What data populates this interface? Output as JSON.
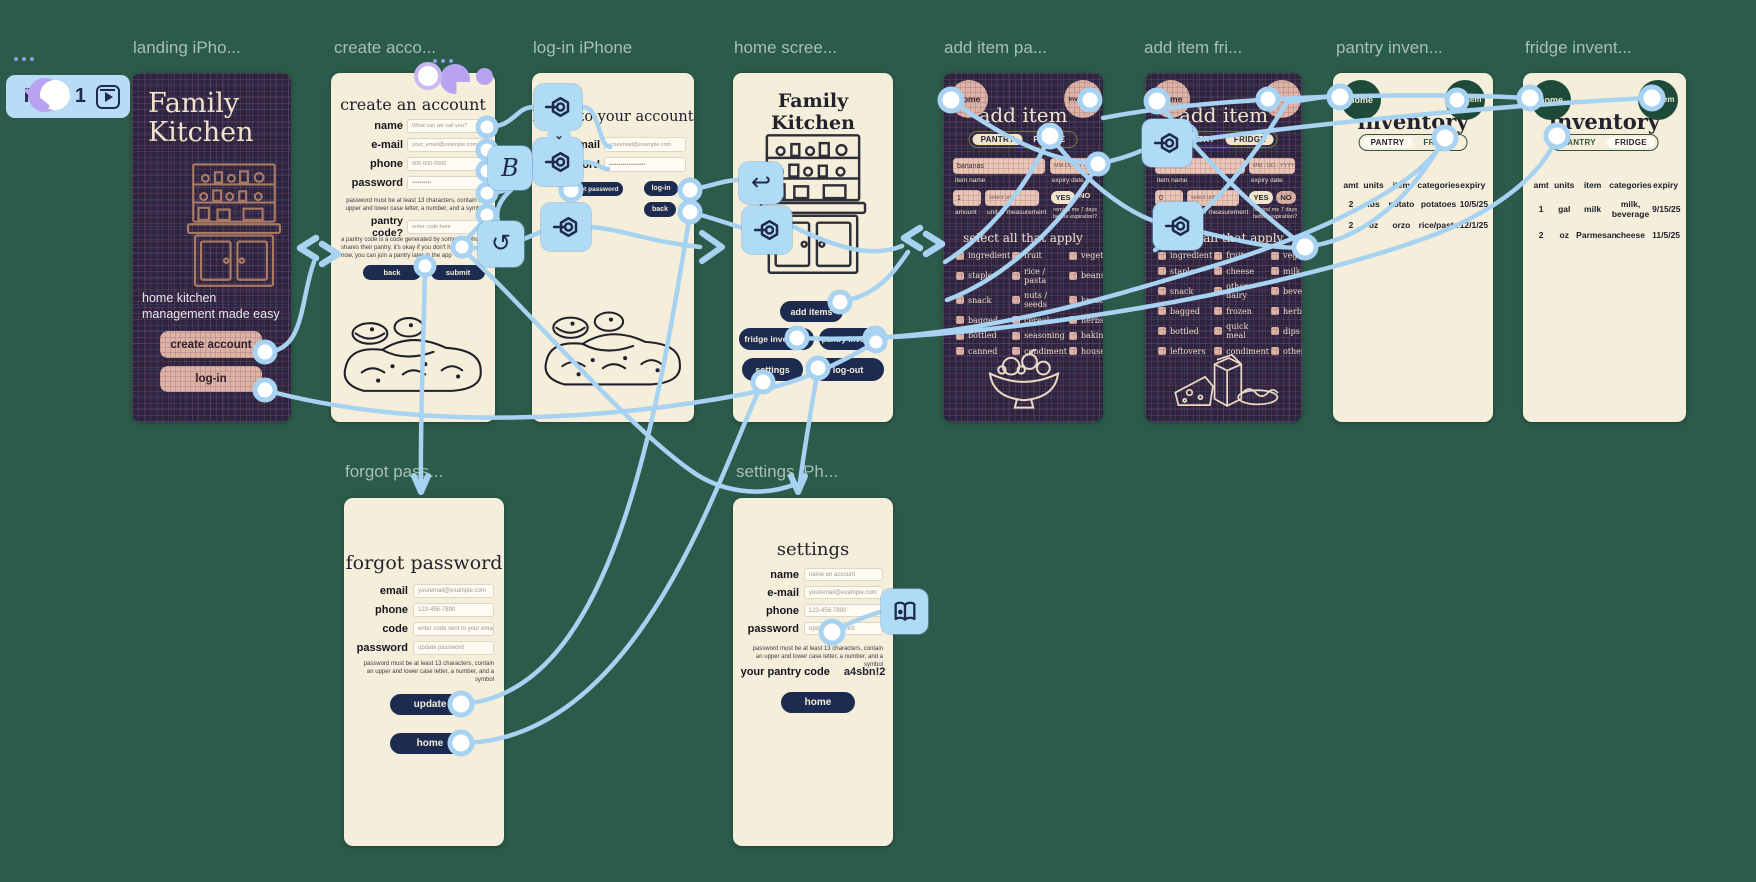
{
  "canvas": {
    "flow_name": "Flow 1"
  },
  "screens": {
    "landing": {
      "frame_label": "landing iPho...",
      "title": "Family Kitchen",
      "tagline": "home kitchen management made easy",
      "create_button": "create account",
      "login_button": "log-in"
    },
    "create_account": {
      "frame_label": "create acco...",
      "title": "create an account",
      "fields": [
        {
          "label": "name",
          "placeholder": "What can we call you?"
        },
        {
          "label": "e-mail",
          "placeholder": "your_email@example.com"
        },
        {
          "label": "phone",
          "placeholder": "000-000-0000"
        },
        {
          "label": "password",
          "placeholder": "••••••••••"
        }
      ],
      "password_note": "password must be at least 13 characters, contain an upper and lower case letter, a number, and a symbol",
      "pantry_field": {
        "label": "pantry code?",
        "placeholder": "enter code here"
      },
      "pantry_note": "a pantry code is a code generated by someone who shares their pantry. it's okay if you don't have this now, you can join a pantry later in the app",
      "back_button": "back",
      "submit_button": "submit"
    },
    "login": {
      "frame_label": "log-in iPhone",
      "title": "log-in to your account",
      "fields": [
        {
          "label": "e-mail",
          "placeholder": "youremail@example.com"
        },
        {
          "label": "password",
          "placeholder": "•••••••••••••••••••"
        }
      ],
      "forgot_button": "forgot password",
      "login_button": "log-in",
      "back_button": "back"
    },
    "home": {
      "frame_label": "home scree...",
      "title": "Family Kitchen",
      "add_items_button": "add items",
      "fridge_inventory_button": "fridge inventory",
      "pantry_inventory_button": "pantry inventory",
      "settings_button": "settings",
      "logout_button": "log-out"
    },
    "add_item_pantry": {
      "frame_label": "add item pa...",
      "home_button": "home",
      "inventory_button": "inventory",
      "title": "add item",
      "tab_pantry": "PANTRY",
      "tab_fridge": "FRIDGE",
      "item_name": {
        "value": "bananas",
        "label": "item name"
      },
      "expiry": {
        "placeholder": "MM-DD-YYYY",
        "label": "expiry date"
      },
      "amount": {
        "value": "1",
        "label": "amount"
      },
      "unit": {
        "placeholder": "select unit",
        "label": "unit of measurement"
      },
      "remind_yes": "YES",
      "remind_no": "NO",
      "remind_label": "remind me 7 days before expiration?",
      "select_heading": "select all that apply",
      "checks": [
        "ingredient",
        "fruit",
        "vegetable",
        "staple",
        "rice / pasta",
        "beans",
        "snack",
        "nuts / seeds",
        "bread",
        "bagged",
        "cereal",
        "herbs",
        "bottled",
        "seasoning",
        "baking",
        "canned",
        "condiment",
        "household"
      ]
    },
    "add_item_fridge": {
      "frame_label": "add item fri...",
      "home_button": "home",
      "inventory_button": "inventory",
      "title": "add item",
      "tab_pantry": "PANTRY",
      "tab_fridge": "FRIDGE",
      "item_name": {
        "value": "",
        "label": "item name"
      },
      "expiry": {
        "placeholder": "MM - DD - YYYY",
        "label": "expiry date"
      },
      "amount": {
        "value": "0",
        "label": "amount"
      },
      "unit": {
        "placeholder": "select unit",
        "label": "unit of measurement"
      },
      "remind_yes": "YES",
      "remind_no": "NO",
      "remind_label": "remind me 7 days before expiration?",
      "select_heading": "select all that apply",
      "checks": [
        "ingredient",
        "fruit",
        "vegetable",
        "staple",
        "cheese",
        "milk",
        "snack",
        "other dairy",
        "beverage",
        "bagged",
        "frozen",
        "herbs",
        "bottled",
        "quick meal",
        "dips",
        "leftovers",
        "condiment",
        "other"
      ]
    },
    "pantry_inventory": {
      "frame_label": "pantry inven...",
      "home_button": "home",
      "add_item_button": "add item",
      "title": "inventory",
      "tab_pantry": "PANTRY",
      "tab_fridge": "FRIDGE",
      "table": {
        "columns": [
          "amt",
          "units",
          "item",
          "categories",
          "expiry"
        ],
        "rows": [
          [
            "2",
            "lbs",
            "potato",
            "potatoes",
            "10/5/25"
          ],
          [
            "2",
            "oz",
            "orzo",
            "rice/pasta",
            "12/1/25"
          ]
        ]
      }
    },
    "fridge_inventory": {
      "frame_label": "fridge invent...",
      "home_button": "home",
      "add_item_button": "add item",
      "title": "inventory",
      "tab_pantry": "PANTRY",
      "tab_fridge": "FRIDGE",
      "table": {
        "columns": [
          "amt",
          "units",
          "item",
          "categories",
          "expiry"
        ],
        "rows": [
          [
            "1",
            "gal",
            "milk",
            "milk, beverage",
            "9/15/25"
          ],
          [
            "2",
            "oz",
            "Parmesan",
            "cheese",
            "11/5/25"
          ]
        ]
      }
    },
    "forgot_password": {
      "frame_label": "forgot pass...",
      "title": "forgot password",
      "fields": [
        {
          "label": "email",
          "placeholder": "youremail@example.com"
        },
        {
          "label": "phone",
          "placeholder": "123-456-7890"
        },
        {
          "label": "code",
          "placeholder": "enter code sent to your email"
        },
        {
          "label": "password",
          "placeholder": "update password"
        }
      ],
      "password_note": "password must be at least 13 characters, contain an upper and lower case letter, a number, and a symbol",
      "update_button": "update",
      "home_button": "home"
    },
    "settings": {
      "frame_label": "settings iPh...",
      "title": "settings",
      "fields": [
        {
          "label": "name",
          "placeholder": "name on account"
        },
        {
          "label": "e-mail",
          "placeholder": "youremail@example.com"
        },
        {
          "label": "phone",
          "placeholder": "123-456-7890"
        },
        {
          "label": "password",
          "placeholder": "update password"
        }
      ],
      "password_note": "password must be at least 13 characters, contain an upper and lower case letter, a number, and a symbol",
      "pantry_code_label": "your pantry code",
      "pantry_code_value": "a4sbn!2",
      "home_button": "home"
    }
  },
  "colors": {
    "canvas_green": "#2b5b4a",
    "flow_blue": "#a7d2f1",
    "badge_blue": "#b0dbf7",
    "navy": "#1d2b50",
    "cream": "#f4eeda",
    "plaid_navy": "#2c2540",
    "pink_plaid": "#dcb4a6",
    "inventory_green": "#1d4a39",
    "olive": "#6e7a40"
  }
}
